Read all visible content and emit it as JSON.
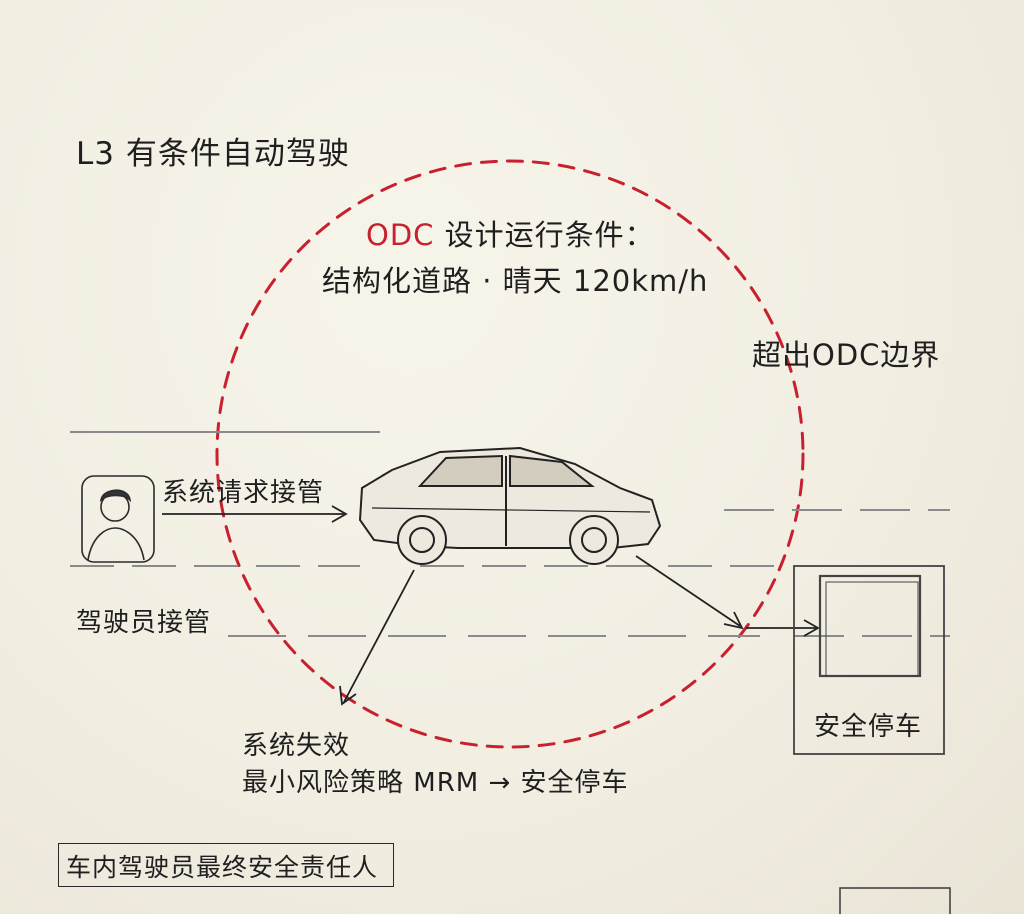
{
  "diagram": {
    "title": "L3  有条件自动驾驶",
    "odc": {
      "term": "ODC",
      "term_suffix": " 设计运行条件：",
      "conditions": "结构化道路 · 晴天 120km/h"
    },
    "odc_boundary_label": "超出ODC边界",
    "takeover_request_label": "系统请求接管",
    "driver_takeover_label": "驾驶员接管",
    "failure_label": "系统失效",
    "mrm_label": "最小风险策略 MRM → 安全停车",
    "safe_stop_label": "安全停车",
    "responsibility_note": "车内驾驶员最终安全责任人",
    "colors": {
      "paper": "#f3efe4",
      "odc_dashed_boundary": "#c8202e",
      "ink": "#1f1f1f"
    },
    "icons": [
      "driver-avatar-icon",
      "car-icon",
      "safe-stop-zone-icon"
    ]
  }
}
